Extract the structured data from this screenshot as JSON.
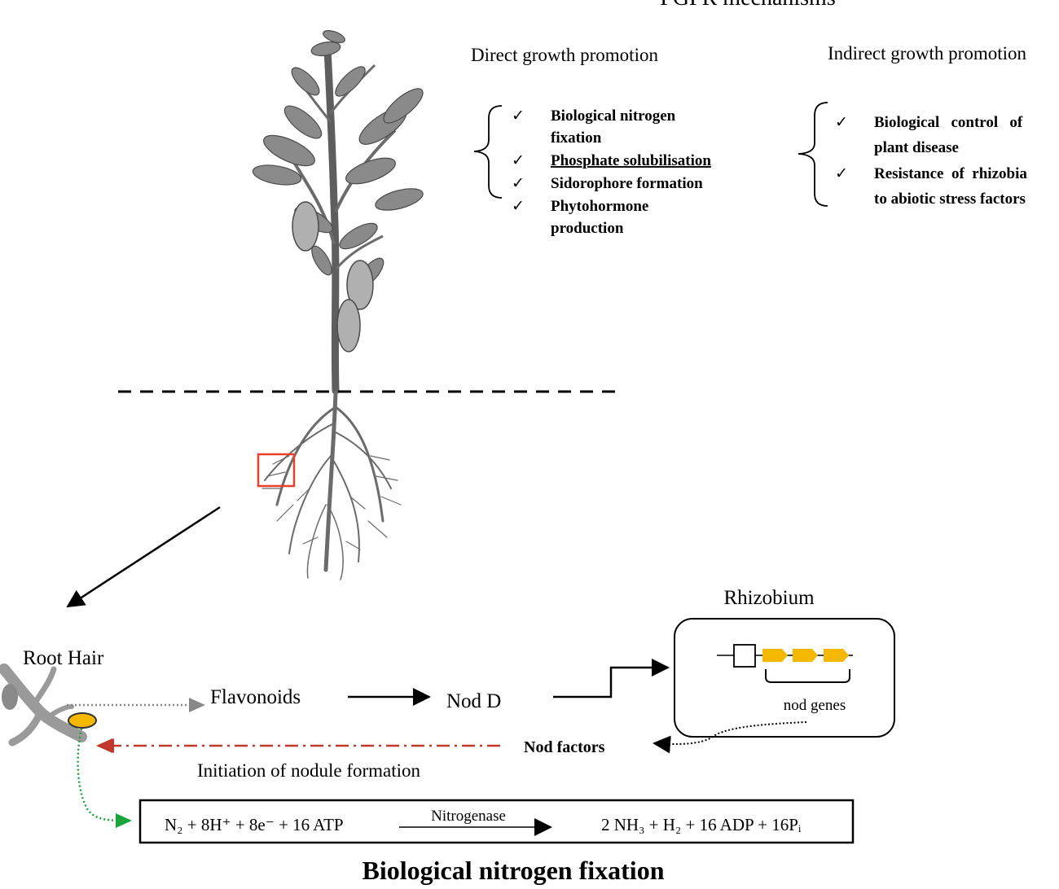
{
  "title_top": "PGPR mechanisms",
  "direct": {
    "heading": "Direct growth promotion",
    "items": [
      {
        "lines": [
          "Biological nitrogen",
          "fixation"
        ],
        "underline": false
      },
      {
        "lines": [
          "Phosphate solubilisation"
        ],
        "underline": true
      },
      {
        "lines": [
          "Sidorophore formation"
        ],
        "underline": false
      },
      {
        "lines": [
          "Phytohormone",
          "production"
        ],
        "underline": false
      }
    ]
  },
  "indirect": {
    "heading": "Indirect growth promotion",
    "items": [
      {
        "lines": [
          "Biological   control   of",
          "plant disease"
        ]
      },
      {
        "lines": [
          "Resistance  of  rhizobia",
          "to abiotic stress factors"
        ]
      }
    ]
  },
  "check_mark": "✓",
  "labels": {
    "rhizobium": "Rhizobium",
    "nod_genes": "nod genes",
    "root_hair": "Root Hair",
    "flavonoids": "Flavonoids",
    "nod_d": "Nod D",
    "nod_factors": "Nod factors",
    "initiation": "Initiation of nodule formation",
    "nitrogenase": "Nitrogenase",
    "bottom_title": "Biological nitrogen fixation"
  },
  "equation": {
    "left": "N₂ + 8H⁺ + 8e⁻ + 16 ATP",
    "right": "2 NH₃ + H₂ + 16 ADP + 16Pᵢ"
  },
  "colors": {
    "gene_yellow": "#f5b800",
    "nod_factor_red": "#c0392b",
    "green_dotted": "#1aa33a",
    "gray_dotted": "#888888",
    "highlight_box": "#e8402a",
    "plant_gray": "#6b6b6b"
  }
}
